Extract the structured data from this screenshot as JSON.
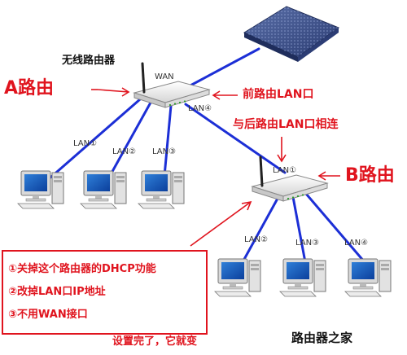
{
  "labels": {
    "wireless_router": "无线路由器",
    "router_a": "A路由",
    "router_b": "B路由",
    "front_router_lan": "前路由LAN口",
    "connect_rear_lan": "与后路由LAN口相连",
    "wan": "WAN",
    "lan1": "LAN①",
    "lan2": "LAN②",
    "lan3": "LAN③",
    "lan4": "LAN④"
  },
  "notes": [
    "①关掉这个路由器的DHCP功能",
    "②改掉LAN口IP地址",
    "③不用WAN接口"
  ],
  "footer_text": "设置完了，它就变",
  "watermark": "路由器之家",
  "colors": {
    "link": "#1c2fd6",
    "accent": "#e0141e",
    "modem": "#3a4f8c",
    "router_body": "#efefef"
  }
}
